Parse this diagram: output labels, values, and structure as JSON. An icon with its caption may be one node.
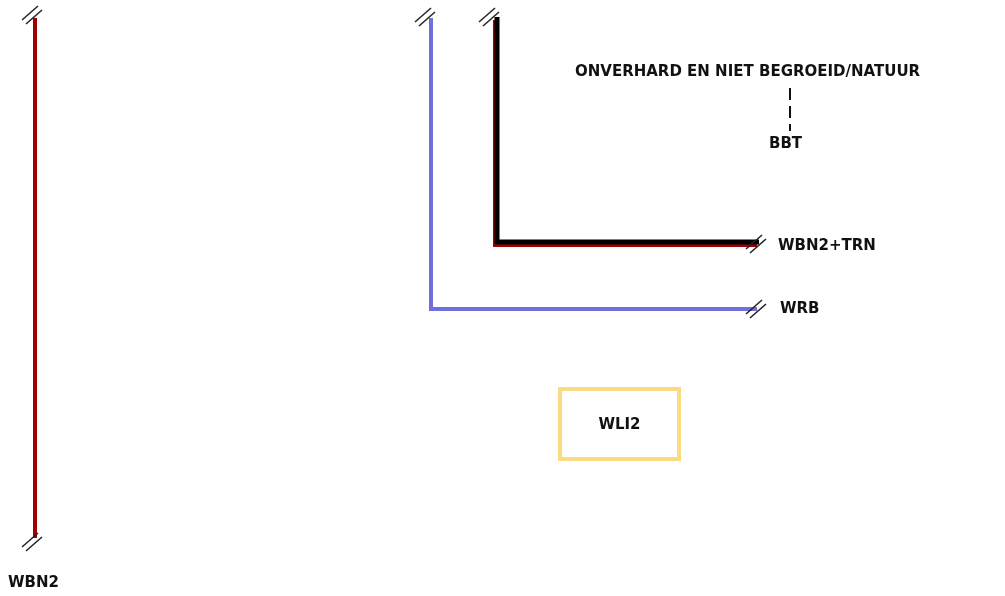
{
  "diagram": {
    "nodes": [
      {
        "text": [
          "ONVERHARD EN NIET BEGROEID/NATUUR"
        ]
      },
      {
        "text": [
          "BBT"
        ]
      },
      {
        "text": [
          "WLI2"
        ]
      }
    ],
    "edges": [
      {
        "from": 0,
        "to": 1,
        "arrow": "none",
        "style": "dashed"
      }
    ],
    "labels": [
      "WBN2+TRN",
      "WRB",
      "WBN2"
    ]
  }
}
